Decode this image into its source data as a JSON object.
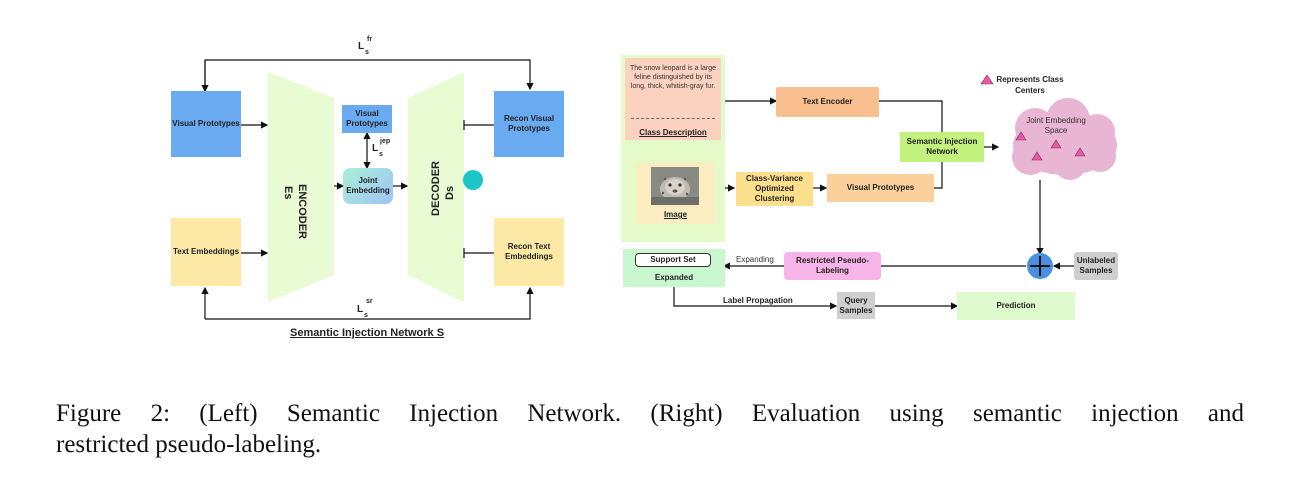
{
  "left": {
    "visual_prototypes": "Visual Prototypes",
    "text_embeddings": "Text Embeddings",
    "encoder": "ENCODER",
    "encoder_sub": "Es",
    "decoder": "DECODER",
    "decoder_sub": "Ds",
    "inner_visual_prototypes": "Visual Prototypes",
    "joint_embedding": "Joint Embedding",
    "recon_visual": "Recon Visual Prototypes",
    "recon_text": "Recon Text Embeddings",
    "loss_fr_main": "L",
    "loss_fr_sub": "s",
    "loss_fr_sup": "fr",
    "loss_jep_main": "L",
    "loss_jep_sub": "s",
    "loss_jep_sup": "jep",
    "loss_sr_main": "L",
    "loss_sr_sub": "s",
    "loss_sr_sup": "sr",
    "title": "Semantic Injection Network S"
  },
  "right": {
    "class_text": "The snow leopard is a large feline distinguished by its long, thick, whitish-gray fur.",
    "class_description": "Class Description",
    "image_label": "Image",
    "text_encoder": "Text Encoder",
    "clustering": "Class-Variance Optimized Clustering",
    "visual_prototypes": "Visual Prototypes",
    "semantic_injection": "Semantic Injection Network",
    "legend": "Represents Class Centers",
    "joint_space": "Joint Embedding Space",
    "support_set": "Support Set",
    "expanded": "Expanded",
    "expanding": "Expanding",
    "restricted": "Restricted Pseudo-Labeling",
    "unlabeled": "Unlabeled Samples",
    "label_propagation": "Label Propagation",
    "query": "Query Samples",
    "prediction": "Prediction"
  },
  "caption_line1": "Figure 2:  (Left) Semantic Injection Network.  (Right) Evaluation using semantic injection and",
  "caption_line2": "restricted pseudo-labeling.",
  "colors": {
    "blue": "#6aaaf0",
    "yellow": "#fce9a6",
    "encoder_green": "#e8fbd2",
    "orange": "#f9bf8e",
    "green": "#c2f27d",
    "pink": "#f7b4e8",
    "cloud": "#e8b6d2",
    "teal": "#1cc6c6",
    "plus_blue": "#4a90e2"
  }
}
